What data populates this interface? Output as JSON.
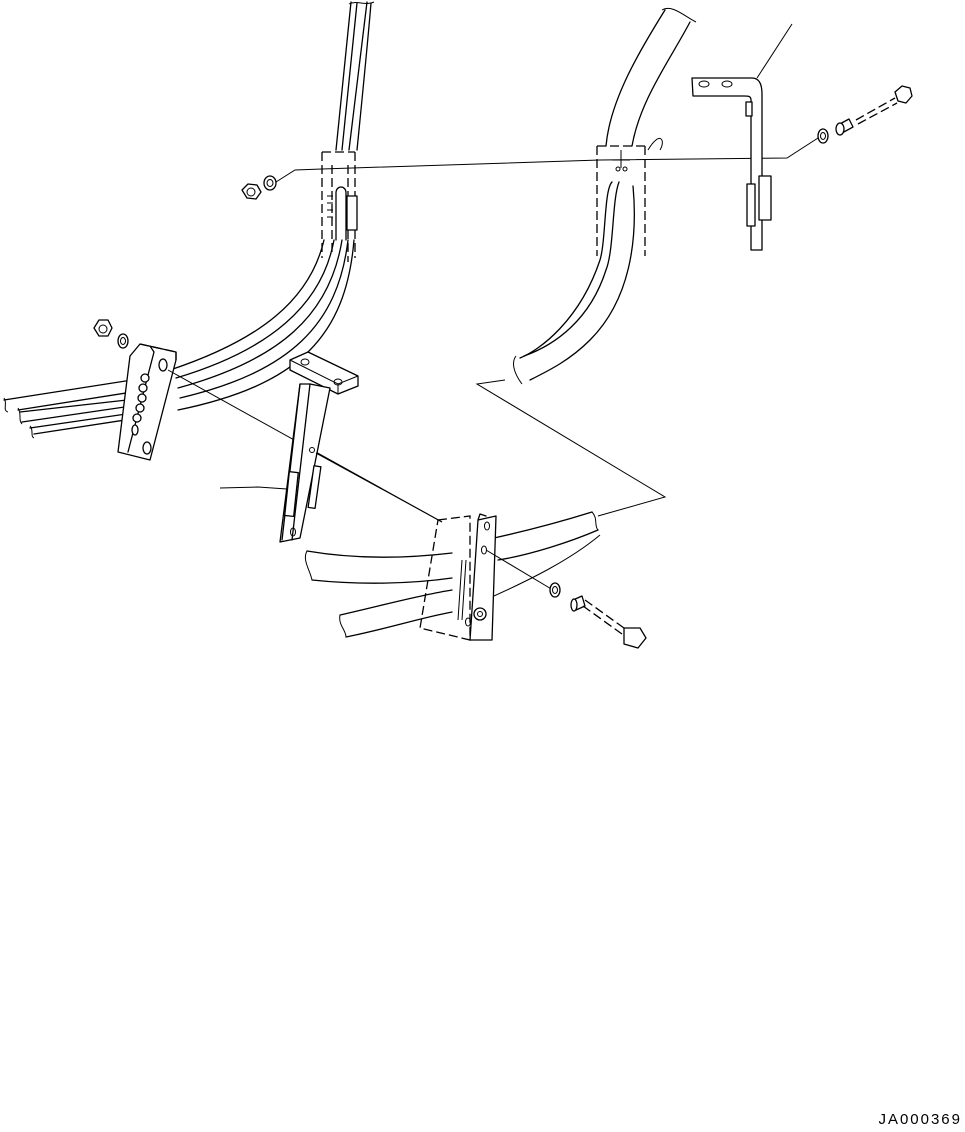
{
  "diagram": {
    "type": "exploded-parts-diagram",
    "style": "black line art on white",
    "colors": {
      "line": "#000000",
      "background": "#ffffff"
    },
    "drawing_number": "JA000369",
    "parts": [
      {
        "id": "upper-left-hose-bundle",
        "label": "hose bundle (vertical, upper left)"
      },
      {
        "id": "upper-left-clamp",
        "label": "clamp with nut and washer"
      },
      {
        "id": "upper-right-hose",
        "label": "single hose (upper right)"
      },
      {
        "id": "upper-right-clamp",
        "label": "clamp"
      },
      {
        "id": "l-bracket",
        "label": "L-bracket with two holes"
      },
      {
        "id": "upper-bolt-set",
        "label": "bolt, spacer, washer"
      },
      {
        "id": "left-clamp-block",
        "label": "multi-hose clamp block with nut and washer"
      },
      {
        "id": "t-bracket",
        "label": "T-bracket"
      },
      {
        "id": "lower-clamp-block",
        "label": "lower clamp block"
      },
      {
        "id": "lower-bolt-set",
        "label": "bolt, spacer, washer (lower)"
      }
    ]
  }
}
